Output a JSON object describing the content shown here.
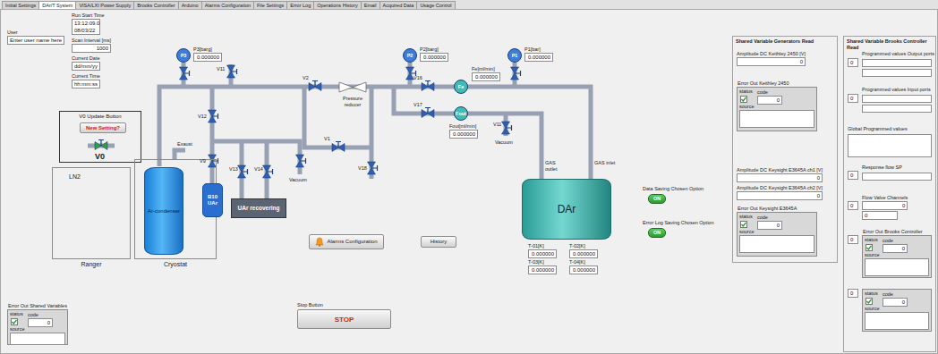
{
  "diagram": {
    "nodes": [
      {
        "text": [
          "Initial Settings"
        ]
      },
      {
        "text": [
          "DAr/T System"
        ]
      },
      {
        "text": [
          "VISA/LXI Power Supply"
        ]
      },
      {
        "text": [
          "Brooks Controller"
        ]
      },
      {
        "text": [
          "Arduino"
        ]
      },
      {
        "text": [
          "Alarms Configuration"
        ]
      },
      {
        "text": [
          "File Settings"
        ]
      },
      {
        "text": [
          "Error Log"
        ]
      },
      {
        "text": [
          "Operations History"
        ]
      },
      {
        "text": [
          "Email"
        ]
      },
      {
        "text": [
          "Acquired Data"
        ]
      },
      {
        "text": [
          "Usage Control"
        ]
      },
      {
        "text": [
          "User",
          "Enter user name here"
        ]
      },
      {
        "text": [
          "Run Start Time",
          "13:12:09.0 08/03/22"
        ]
      },
      {
        "text": [
          "Scan Interval [ms]",
          "1000"
        ]
      },
      {
        "text": [
          "Current Date",
          "dd/mm/yy"
        ]
      },
      {
        "text": [
          "Current Time",
          "hh:mm:ss"
        ]
      },
      {
        "text": [
          "P3"
        ]
      },
      {
        "text": [
          "P3[barg]",
          "0.000000"
        ]
      },
      {
        "text": [
          "P2"
        ]
      },
      {
        "text": [
          "P2[barg]",
          "0.000000"
        ]
      },
      {
        "text": [
          "Fe[ml/min]",
          "0.000000"
        ]
      },
      {
        "text": [
          "P1"
        ]
      },
      {
        "text": [
          "P1[bar]",
          "0.000000"
        ]
      },
      {
        "text": [
          "Fe"
        ]
      },
      {
        "text": [
          "Pressure reducer"
        ]
      },
      {
        "text": [
          "Fout"
        ]
      },
      {
        "text": [
          "Fout[ml/min]",
          "0.000000"
        ]
      },
      {
        "text": [
          "V0 Update Button"
        ]
      },
      {
        "text": [
          "New Setting?"
        ],
        "in": 28
      },
      {
        "text": [
          "LN2",
          "Ranger"
        ]
      },
      {
        "text": [
          "Cryostat"
        ]
      },
      {
        "text": [
          "Ar-condenser"
        ],
        "in": 31
      },
      {
        "text": [
          "B10 UAr"
        ]
      },
      {
        "text": [
          "UAr recovering"
        ]
      },
      {
        "text": [
          "DAr"
        ]
      },
      {
        "text": [
          "T-01[K]",
          "0.000000"
        ]
      },
      {
        "text": [
          "T-02[K]",
          "0.000000"
        ]
      },
      {
        "text": [
          "T-03[K]",
          "0.000000"
        ]
      },
      {
        "text": [
          "T-04[K]",
          "0.000000"
        ]
      },
      {
        "text": [
          "Alarms Configuration"
        ]
      },
      {
        "text": [
          "History"
        ]
      },
      {
        "text": [
          "Data Saving Chosen Option",
          "ON"
        ]
      },
      {
        "text": [
          "Error Log Saving Chosen Option",
          "ON"
        ]
      },
      {
        "text": [
          "Stop Button",
          "STOP"
        ]
      },
      {
        "text": [
          "Error Out Shared Variables",
          "status"
        ]
      },
      {
        "text": [
          "code",
          "0"
        ],
        "in": 45
      },
      {
        "text": [
          "source"
        ],
        "in": 45
      },
      {
        "text": [
          "Shared Variable Generators Read"
        ]
      },
      {
        "text": [
          "Amplitude DC Keithley 2450 [V]",
          "0"
        ],
        "in": 48
      },
      {
        "text": [
          "Error Out Keithley 2450",
          "status"
        ],
        "in": 48
      },
      {
        "text": [
          "code",
          "0"
        ],
        "in": 50
      },
      {
        "text": [
          "source"
        ],
        "in": 50
      },
      {
        "text": [
          "Amplitude DC Keysight E3645A ch1 [V]",
          "0"
        ],
        "in": 48
      },
      {
        "text": [
          "Amplitude DC Keysight E3645A ch2 [V]",
          "0"
        ],
        "in": 48
      },
      {
        "text": [
          "Error Out Keysight E3645A",
          "status"
        ],
        "in": 48
      },
      {
        "text": [
          "code",
          "0"
        ],
        "in": 55
      },
      {
        "text": [
          "source"
        ],
        "in": 55
      },
      {
        "text": [
          "Shared Variable Brooks Controller Read"
        ]
      },
      {
        "text": [
          "0"
        ],
        "in": 58
      },
      {
        "text": [
          "Programmed values Output ports"
        ],
        "in": 58
      },
      {
        "text": [
          "0"
        ],
        "in": 58
      },
      {
        "text": [
          "Programmed values Input ports"
        ],
        "in": 58
      },
      {
        "text": [
          "Global Programmed values"
        ],
        "in": 58
      },
      {
        "text": [
          "0"
        ],
        "in": 58
      },
      {
        "text": [
          "Response flow SP"
        ],
        "in": 58
      },
      {
        "text": [
          "0"
        ],
        "in": 58
      },
      {
        "text": [
          "Flow Valve Channels",
          "0"
        ],
        "in": 58
      },
      {
        "text": [
          "0"
        ],
        "in": 58
      },
      {
        "text": [
          "0"
        ],
        "in": 58
      },
      {
        "text": [
          "Error Out Brooks Controller",
          "status"
        ],
        "in": 58
      },
      {
        "text": [
          "code",
          "0"
        ],
        "in": 70
      },
      {
        "text": [
          "source"
        ],
        "in": 70
      },
      {
        "text": [
          "0"
        ],
        "in": 58
      },
      {
        "text": [
          "status"
        ],
        "in": 58
      },
      {
        "text": [
          "code",
          "0"
        ],
        "in": 74
      },
      {
        "text": [
          "source"
        ],
        "in": 74
      }
    ],
    "labels": [
      "V0",
      "Exaust",
      "V11",
      "V2",
      "V16",
      "V17",
      "V1",
      "V18",
      "V12",
      "V9",
      "V13",
      "V14",
      "Vacuum",
      "V11",
      "Vacuum",
      "GAS outlet",
      "GAS inlet"
    ]
  }
}
